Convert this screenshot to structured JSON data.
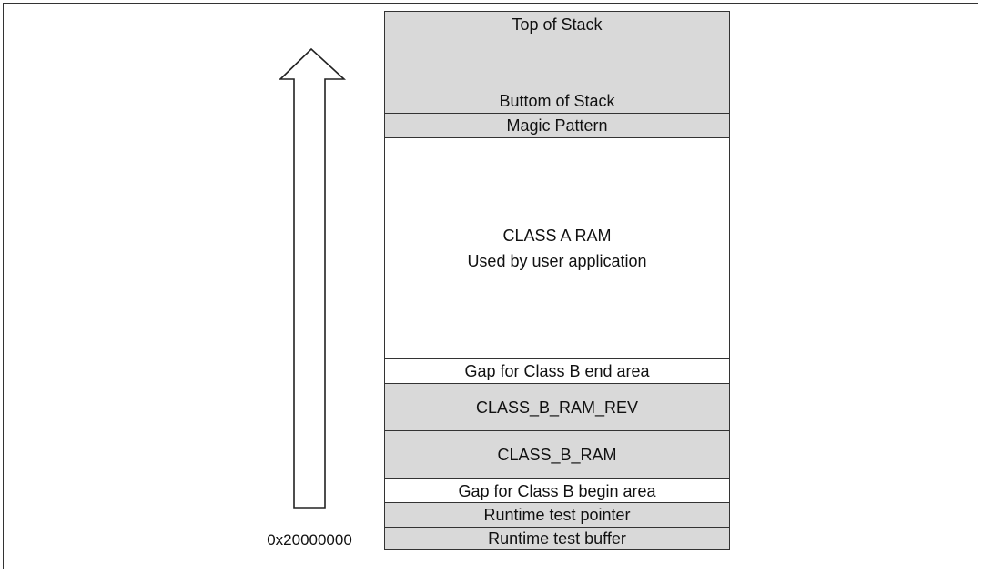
{
  "diagram": {
    "address_label": "0x20000000",
    "top_block": {
      "top_label": "Top of Stack",
      "bottom_label": "Buttom of Stack"
    },
    "blocks": [
      {
        "label": "Magic Pattern"
      },
      {
        "line1": "CLASS A RAM",
        "line2": "Used by user application"
      },
      {
        "label": "Gap for Class B end area"
      },
      {
        "label": "CLASS_B_RAM_REV"
      },
      {
        "label": "CLASS_B_RAM"
      },
      {
        "label": "Gap for Class B begin area"
      },
      {
        "label": "Runtime test pointer"
      },
      {
        "label": "Runtime test buffer"
      }
    ],
    "colors": {
      "gray_fill": "#d9d9d9",
      "white_fill": "#ffffff",
      "line": "#333333"
    }
  }
}
